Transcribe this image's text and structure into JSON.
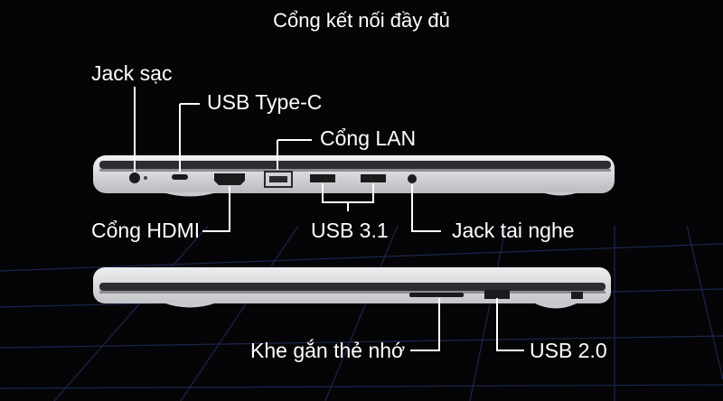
{
  "title": "Cổng kết nối đầy đủ",
  "labels": {
    "charging_jack": "Jack sạc",
    "usb_type_c": "USB Type-C",
    "lan_port": "Cổng LAN",
    "hdmi_port": "Cổng HDMI",
    "usb_3_1": "USB 3.1",
    "headphone_jack": "Jack tai nghe",
    "card_reader": "Khe gắn thẻ nhớ",
    "usb_2_0": "USB 2.0"
  },
  "colors": {
    "background": "#050507",
    "text": "#ffffff",
    "laptop_body": "#d9dadd",
    "grid": "#1e2a55"
  }
}
